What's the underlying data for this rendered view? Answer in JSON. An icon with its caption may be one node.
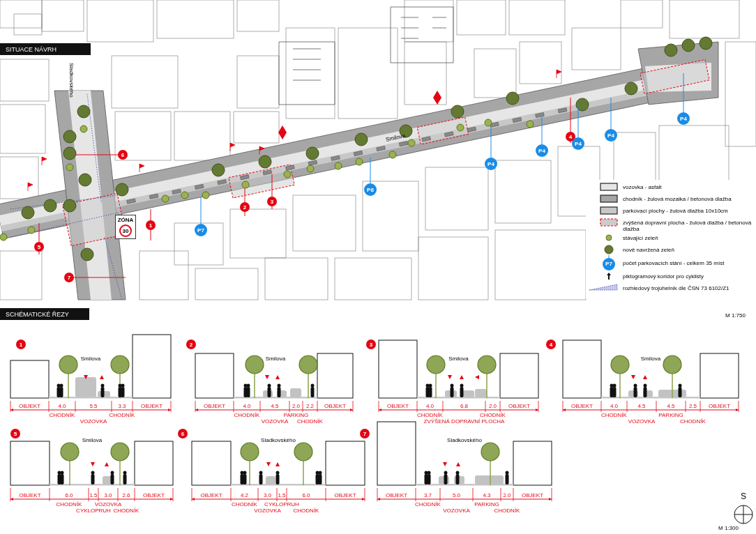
{
  "diagram": {
    "nodes": [
      {
        "text": [
          "SITUACE NÁVRH"
        ]
      },
      {
        "text": [
          "1"
        ]
      },
      {
        "text": [
          "2"
        ]
      },
      {
        "text": [
          "3"
        ]
      },
      {
        "text": [
          "4"
        ]
      },
      {
        "text": [
          "5"
        ]
      },
      {
        "text": [
          "6"
        ]
      },
      {
        "text": [
          "7"
        ]
      },
      {
        "text": [
          "P7"
        ]
      },
      {
        "text": [
          "P8"
        ]
      },
      {
        "text": [
          "P4"
        ]
      },
      {
        "text": [
          "P4"
        ]
      },
      {
        "text": [
          "P4"
        ]
      },
      {
        "text": [
          "P4"
        ]
      },
      {
        "text": [
          "P4"
        ]
      },
      {
        "text": [
          "ZÓNA",
          "30"
        ]
      },
      {
        "text": [
          "SCHÉMATICKÉ ŘEZY"
        ]
      },
      {
        "text": [
          "1"
        ]
      },
      {
        "text": [
          "2"
        ]
      },
      {
        "text": [
          "3"
        ]
      },
      {
        "text": [
          "4"
        ]
      },
      {
        "text": [
          "5"
        ]
      },
      {
        "text": [
          "6"
        ]
      },
      {
        "text": [
          "7"
        ]
      }
    ],
    "edges": [
      {
        "from": 8,
        "to": null,
        "arrow": "none"
      },
      {
        "from": 9,
        "to": null,
        "arrow": "none"
      },
      {
        "from": 10,
        "to": null,
        "arrow": "none"
      },
      {
        "from": 11,
        "to": null,
        "arrow": "none"
      },
      {
        "from": 12,
        "to": null,
        "arrow": "none"
      },
      {
        "from": 13,
        "to": null,
        "arrow": "none"
      },
      {
        "from": 14,
        "to": null,
        "arrow": "none"
      }
    ],
    "labels": [
      "Sladkovského",
      "Smilova",
      "P7",
      "M 1:750",
      "Smilova",
      "OBJEKT",
      "4.0",
      "5.5",
      "3.3",
      "OBJEKT",
      "CHODNÍK",
      "VOZOVKA",
      "CHODNÍK",
      "Smilova",
      "OBJEKT",
      "4.0",
      "4.5",
      "2.0",
      "2.2",
      "OBJEKT",
      "CHODNÍK",
      "VOZOVKA",
      "PARKING",
      "CHODNÍK",
      "Smilova",
      "OBJEKT",
      "4.0",
      "6.8",
      "2.0",
      "OBJEKT",
      "CHODNÍK",
      "ZVÝŠENÁ DOPRAVNÍ PLOCHA",
      "CHODNÍK",
      "Smilova",
      "OBJEKT",
      "4.0",
      "4.5",
      "4.5",
      "2.5",
      "OBJEKT",
      "CHODNÍK",
      "VOZOVKA",
      "PARKING",
      "CHODNÍK",
      "Smilova",
      "OBJEKT",
      "6.0",
      "1.5",
      "3.0",
      "2.6",
      "OBJEKT",
      "CHODNÍK",
      "CYKLOPRUH",
      "VOZOVKA",
      "CHODNÍK",
      "Sladkovského",
      "OBJEKT",
      "4.2",
      "3.0",
      "1.5",
      "6.0",
      "OBJEKT",
      "CHODNÍK",
      "VOZOVKA",
      "CYKLOPRUH",
      "CHODNÍK",
      "Sladkovského",
      "OBJEKT",
      "3.7",
      "5.0",
      "4.3",
      "2.0",
      "OBJEKT",
      "CHODNÍK",
      "VOZOVKA",
      "PARKING",
      "CHODNÍK",
      "S",
      "M 1:300"
    ],
    "legend": [
      {
        "text": "vozovka - asfalt",
        "color": "#e6e6e6"
      },
      {
        "text": "chodník - žulová mozaika / betonová dlažba",
        "color": "#a6a6a6"
      },
      {
        "text": "parkovací plochy - žulová dlažba 10x10cm",
        "color": "#c8c8c8"
      },
      {
        "text": "zvýšená dopravní plocha - žulová dlažba / betonová dlažba",
        "color": "#cccccc"
      },
      {
        "text": "stávající zeleň"
      },
      {
        "text": "nově navržená zeleň"
      },
      {
        "text": "počet parkovacích stání - celkem 35 míst"
      },
      {
        "text": "piktogramový koridor pro cyklisty"
      },
      {
        "text": "rozhledový trojúhelník dle ČSN 73 6102/Z1"
      }
    ]
  }
}
